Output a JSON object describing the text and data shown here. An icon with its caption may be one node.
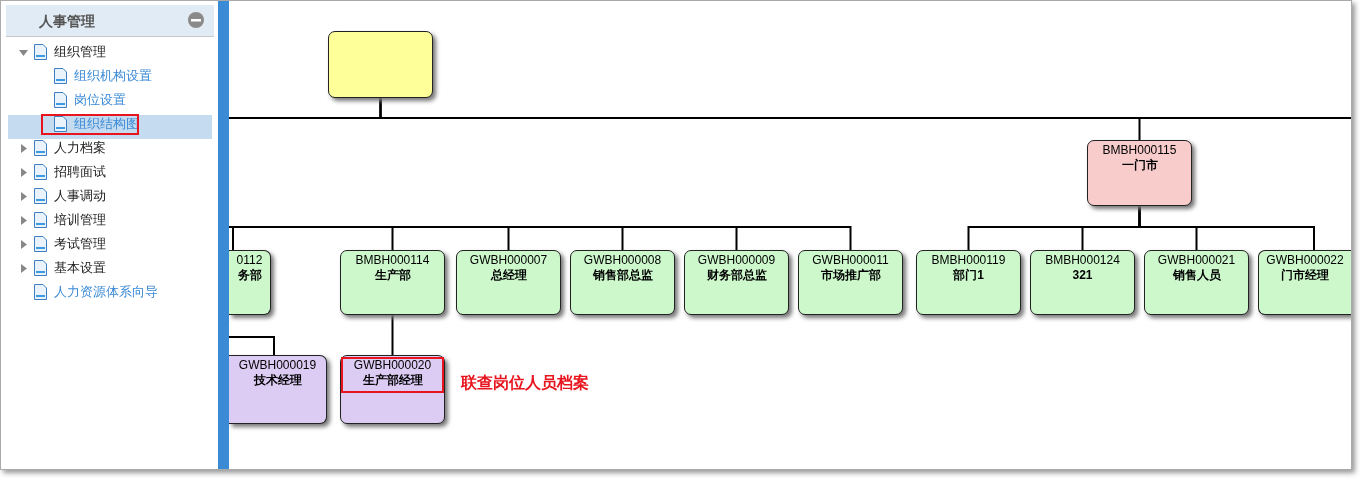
{
  "diagram": {
    "nodes": [
      {
        "text": [],
        "shape": "box"
      },
      {
        "text": [
          "BMBH000115",
          "一门市"
        ]
      },
      {
        "text": [
          "0112",
          "务部"
        ]
      },
      {
        "text": [
          "BMBH000114",
          "生产部"
        ]
      },
      {
        "text": [
          "GWBH000007",
          "总经理"
        ]
      },
      {
        "text": [
          "GWBH000008",
          "销售部总监"
        ]
      },
      {
        "text": [
          "GWBH000009",
          "财务部总监"
        ]
      },
      {
        "text": [
          "GWBH000011",
          "市场推广部"
        ]
      },
      {
        "text": [
          "BMBH000119",
          "部门1"
        ]
      },
      {
        "text": [
          "BMBH000124",
          "321"
        ]
      },
      {
        "text": [
          "GWBH000021",
          "销售人员"
        ]
      },
      {
        "text": [
          "GWBH000022",
          "门市经理"
        ]
      },
      {
        "text": [
          "GWBH000019",
          "技术经理"
        ]
      },
      {
        "text": [
          "GWBH000020",
          "生产部经理"
        ]
      }
    ],
    "edges": [
      {
        "from": 0,
        "to": 1,
        "arrow": "none"
      },
      {
        "from": 0,
        "to": null,
        "arrow": "none"
      },
      {
        "from": 0,
        "to": null,
        "arrow": "none"
      },
      {
        "from": null,
        "to": 2,
        "arrow": "none"
      },
      {
        "from": null,
        "to": 3,
        "arrow": "none"
      },
      {
        "from": null,
        "to": 4,
        "arrow": "none"
      },
      {
        "from": null,
        "to": 5,
        "arrow": "none"
      },
      {
        "from": null,
        "to": 6,
        "arrow": "none"
      },
      {
        "from": null,
        "to": 7,
        "arrow": "none"
      },
      {
        "from": 1,
        "to": 8,
        "arrow": "none"
      },
      {
        "from": 1,
        "to": 9,
        "arrow": "none"
      },
      {
        "from": 1,
        "to": 10,
        "arrow": "none"
      },
      {
        "from": 1,
        "to": 11,
        "arrow": "none"
      },
      {
        "from": null,
        "to": 12,
        "arrow": "none"
      },
      {
        "from": 3,
        "to": 13,
        "arrow": "none"
      }
    ],
    "labels": [
      "人事管理",
      "组织管理",
      "组织机构设置",
      "岗位设置",
      "组织结构图",
      "人力档案",
      "招聘面试",
      "人事调动",
      "培训管理",
      "考试管理",
      "基本设置",
      "人力资源体系向导",
      "联查岗位人员档案"
    ]
  }
}
